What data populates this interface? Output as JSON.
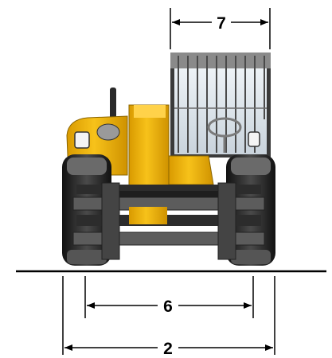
{
  "colors": {
    "body_yellow": "#f2b707",
    "body_yellow_dark": "#c98f00",
    "tire_black": "#1f1f1f",
    "tire_grey": "#5a5a5a",
    "cab_glass": "#dfe7ee",
    "frame_grey": "#7d7d7d",
    "line_black": "#000000"
  },
  "dimensions": {
    "cab_width_label": "7",
    "track_width_label": "6",
    "overall_width_label": "2"
  }
}
